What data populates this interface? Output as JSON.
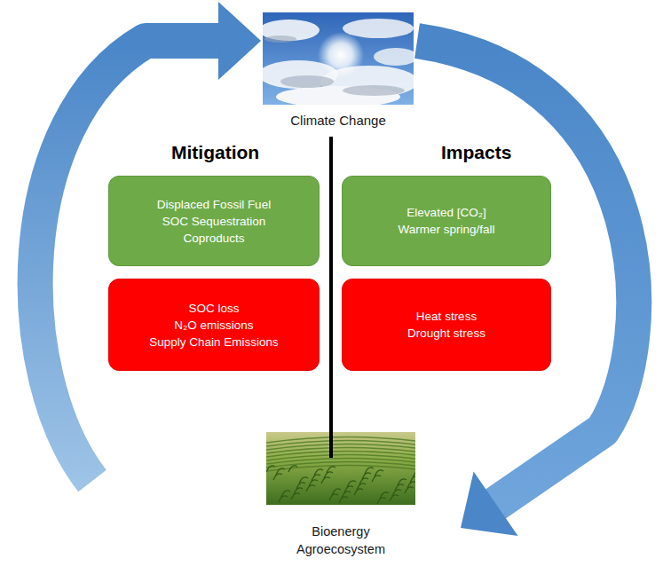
{
  "diagram": {
    "nodes": [
      {
        "text": [
          "Climate Change"
        ]
      },
      {
        "text": [
          "Displaced Fossil Fuel",
          "SOC Sequestration",
          "Coproducts"
        ]
      },
      {
        "text": [
          "SOC loss",
          "N₂O emissions",
          "Supply Chain Emissions"
        ]
      },
      {
        "text": [
          "Elevated [CO₂]",
          "Warmer spring/fall"
        ]
      },
      {
        "text": [
          "Heat stress",
          "Drought stress"
        ]
      },
      {
        "text": [
          "Bioenergy Agroecosystem"
        ]
      }
    ],
    "edges": [
      {
        "from": 5,
        "to": 0,
        "arrow": "to"
      },
      {
        "from": 0,
        "to": 5,
        "arrow": "to"
      }
    ],
    "labels": [
      "Mitigation",
      "Impacts"
    ]
  }
}
